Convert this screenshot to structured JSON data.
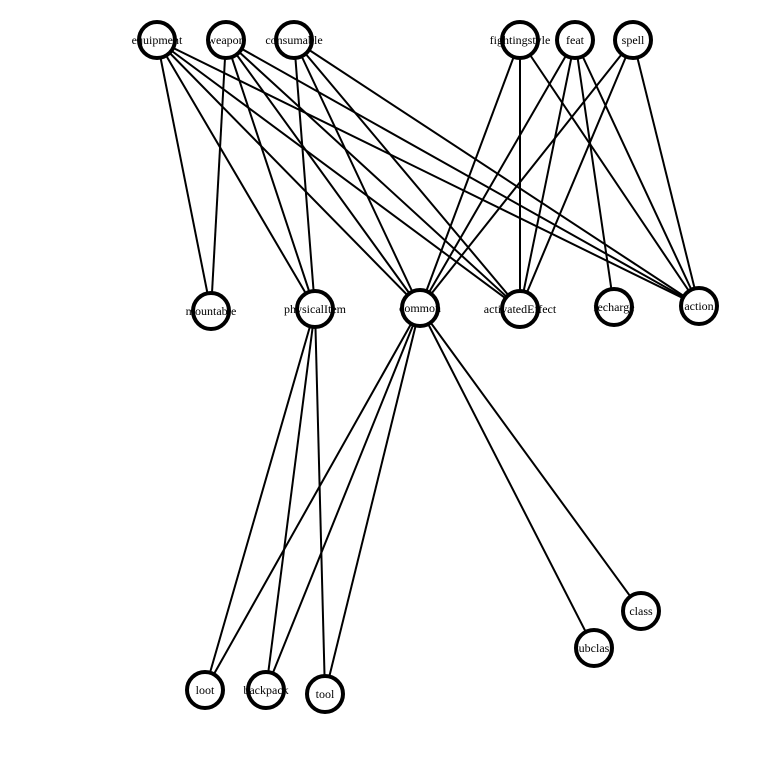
{
  "graph": {
    "nodes": [
      {
        "id": "equipment",
        "label": "equipment"
      },
      {
        "id": "weapon",
        "label": "weapon"
      },
      {
        "id": "consumable",
        "label": "consumable"
      },
      {
        "id": "fightingstyle",
        "label": "fightingstyle"
      },
      {
        "id": "feat",
        "label": "feat"
      },
      {
        "id": "spell",
        "label": "spell"
      },
      {
        "id": "mountable",
        "label": "mountable"
      },
      {
        "id": "physicalItem",
        "label": "physicalItem"
      },
      {
        "id": "common",
        "label": "common"
      },
      {
        "id": "activatedEffect",
        "label": "activatedEffect"
      },
      {
        "id": "recharge",
        "label": "recharge"
      },
      {
        "id": "action",
        "label": "action"
      },
      {
        "id": "class",
        "label": "class"
      },
      {
        "id": "subclass",
        "label": "subclass"
      },
      {
        "id": "loot",
        "label": "loot"
      },
      {
        "id": "backpack",
        "label": "backpack"
      },
      {
        "id": "tool",
        "label": "tool"
      }
    ],
    "edges": [
      [
        "equipment",
        "mountable"
      ],
      [
        "equipment",
        "physicalItem"
      ],
      [
        "equipment",
        "common"
      ],
      [
        "equipment",
        "activatedEffect"
      ],
      [
        "equipment",
        "action"
      ],
      [
        "weapon",
        "mountable"
      ],
      [
        "weapon",
        "physicalItem"
      ],
      [
        "weapon",
        "common"
      ],
      [
        "weapon",
        "activatedEffect"
      ],
      [
        "weapon",
        "action"
      ],
      [
        "consumable",
        "physicalItem"
      ],
      [
        "consumable",
        "common"
      ],
      [
        "consumable",
        "activatedEffect"
      ],
      [
        "consumable",
        "action"
      ],
      [
        "fightingstyle",
        "common"
      ],
      [
        "fightingstyle",
        "activatedEffect"
      ],
      [
        "fightingstyle",
        "action"
      ],
      [
        "feat",
        "common"
      ],
      [
        "feat",
        "activatedEffect"
      ],
      [
        "feat",
        "recharge"
      ],
      [
        "feat",
        "action"
      ],
      [
        "spell",
        "common"
      ],
      [
        "spell",
        "activatedEffect"
      ],
      [
        "spell",
        "action"
      ],
      [
        "physicalItem",
        "loot"
      ],
      [
        "physicalItem",
        "backpack"
      ],
      [
        "physicalItem",
        "tool"
      ],
      [
        "common",
        "loot"
      ],
      [
        "common",
        "backpack"
      ],
      [
        "common",
        "tool"
      ],
      [
        "common",
        "class"
      ],
      [
        "common",
        "subclass"
      ]
    ]
  }
}
